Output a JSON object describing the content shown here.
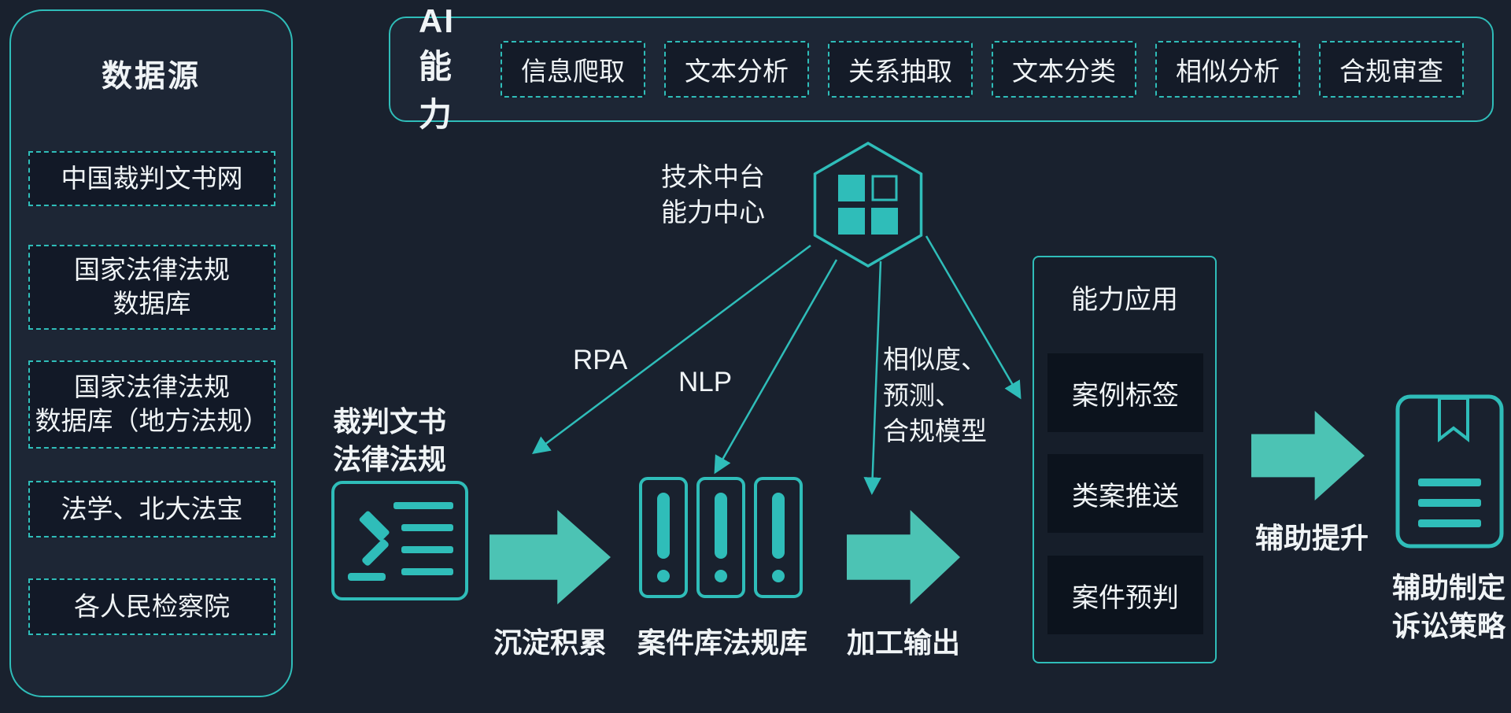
{
  "colors": {
    "background": "#19212e",
    "accent": "#2fbdb9",
    "block_arrow": "#4cc3b4",
    "panel_fill": "#1d2635",
    "item_fill": "#121927",
    "app_item_fill": "#0c131d",
    "text": "#f0f4f6"
  },
  "data_sources": {
    "title": "数据源",
    "items": [
      "中国裁判文书网",
      "国家法律法规\n数据库",
      "国家法律法规\n数据库（地方法规）",
      "法学、北大法宝",
      "各人民检察院"
    ]
  },
  "ai_capabilities": {
    "title": "AI能力",
    "items": [
      "信息爬取",
      "文本分析",
      "关系抽取",
      "文本分类",
      "相似分析",
      "合规审查"
    ]
  },
  "platform": {
    "label": "技术中台\n能力中心"
  },
  "edge_labels": {
    "rpa": "RPA",
    "nlp": "NLP",
    "model": "相似度、\n预测、\n合规模型"
  },
  "pipeline": {
    "source_label": "裁判文书\n法律法规",
    "accumulate_label": "沉淀积累",
    "library_label": "案件库法规库",
    "output_label": "加工输出",
    "assist_label": "辅助提升",
    "result_label": "辅助制定\n诉讼策略"
  },
  "applications": {
    "title": "能力应用",
    "items": [
      "案例标签",
      "类案推送",
      "案件预判"
    ]
  },
  "icons": {
    "platform": "hexagon-grid-squares",
    "source_document": "document-with-gavel",
    "library": "book-spines",
    "strategy_document": "document-with-bookmark"
  }
}
